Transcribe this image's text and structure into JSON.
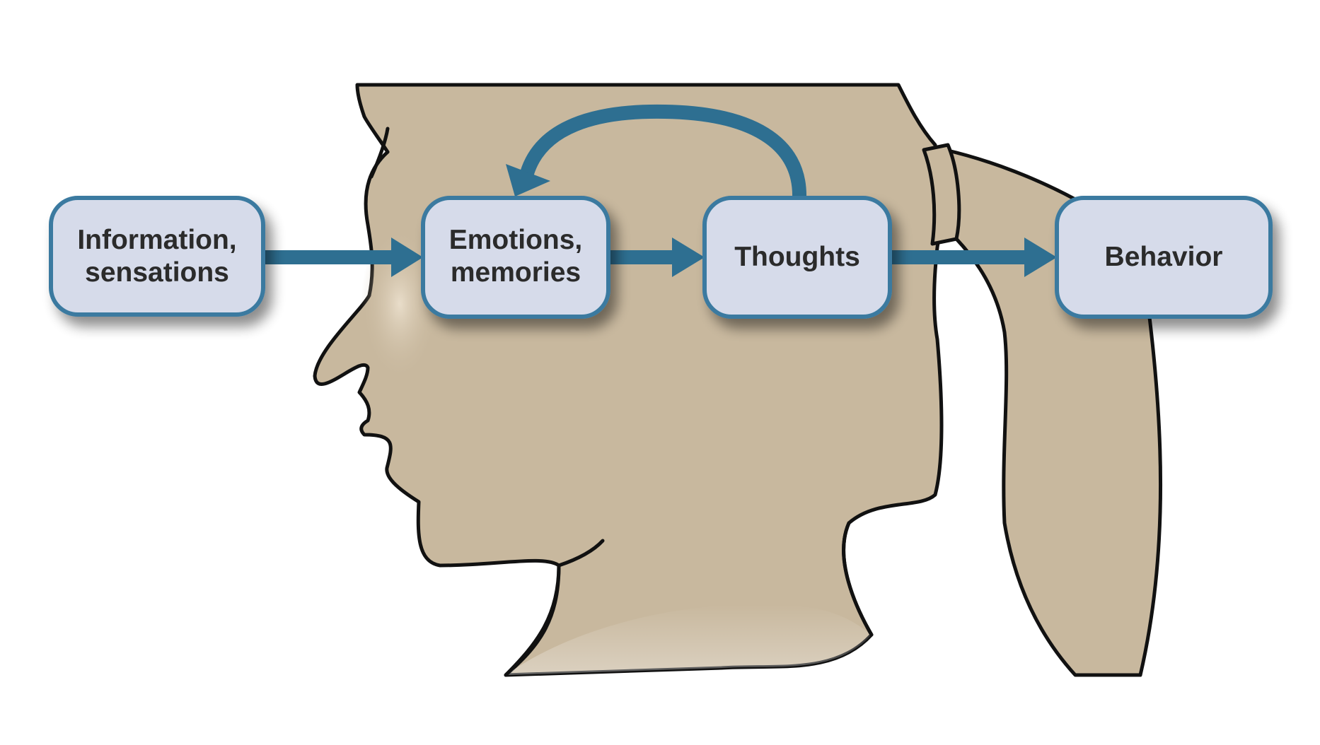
{
  "diagram": {
    "nodes": [
      {
        "id": "information",
        "lines": [
          "Information,",
          "sensations"
        ]
      },
      {
        "id": "emotions",
        "lines": [
          "Emotions,",
          "memories"
        ]
      },
      {
        "id": "thoughts",
        "lines": [
          "Thoughts"
        ]
      },
      {
        "id": "behavior",
        "lines": [
          "Behavior"
        ]
      }
    ],
    "edges": [
      {
        "from": "information",
        "to": "emotions"
      },
      {
        "from": "emotions",
        "to": "thoughts"
      },
      {
        "from": "thoughts",
        "to": "emotions"
      },
      {
        "from": "thoughts",
        "to": "behavior"
      }
    ]
  },
  "colors": {
    "background": "#ffffff",
    "skin": "#c8b89e",
    "outline": "#111111",
    "box_fill": "#d6dbea",
    "box_border": "#3b7aa0",
    "arrow": "#2e6f91",
    "text": "#2b2b2b"
  }
}
